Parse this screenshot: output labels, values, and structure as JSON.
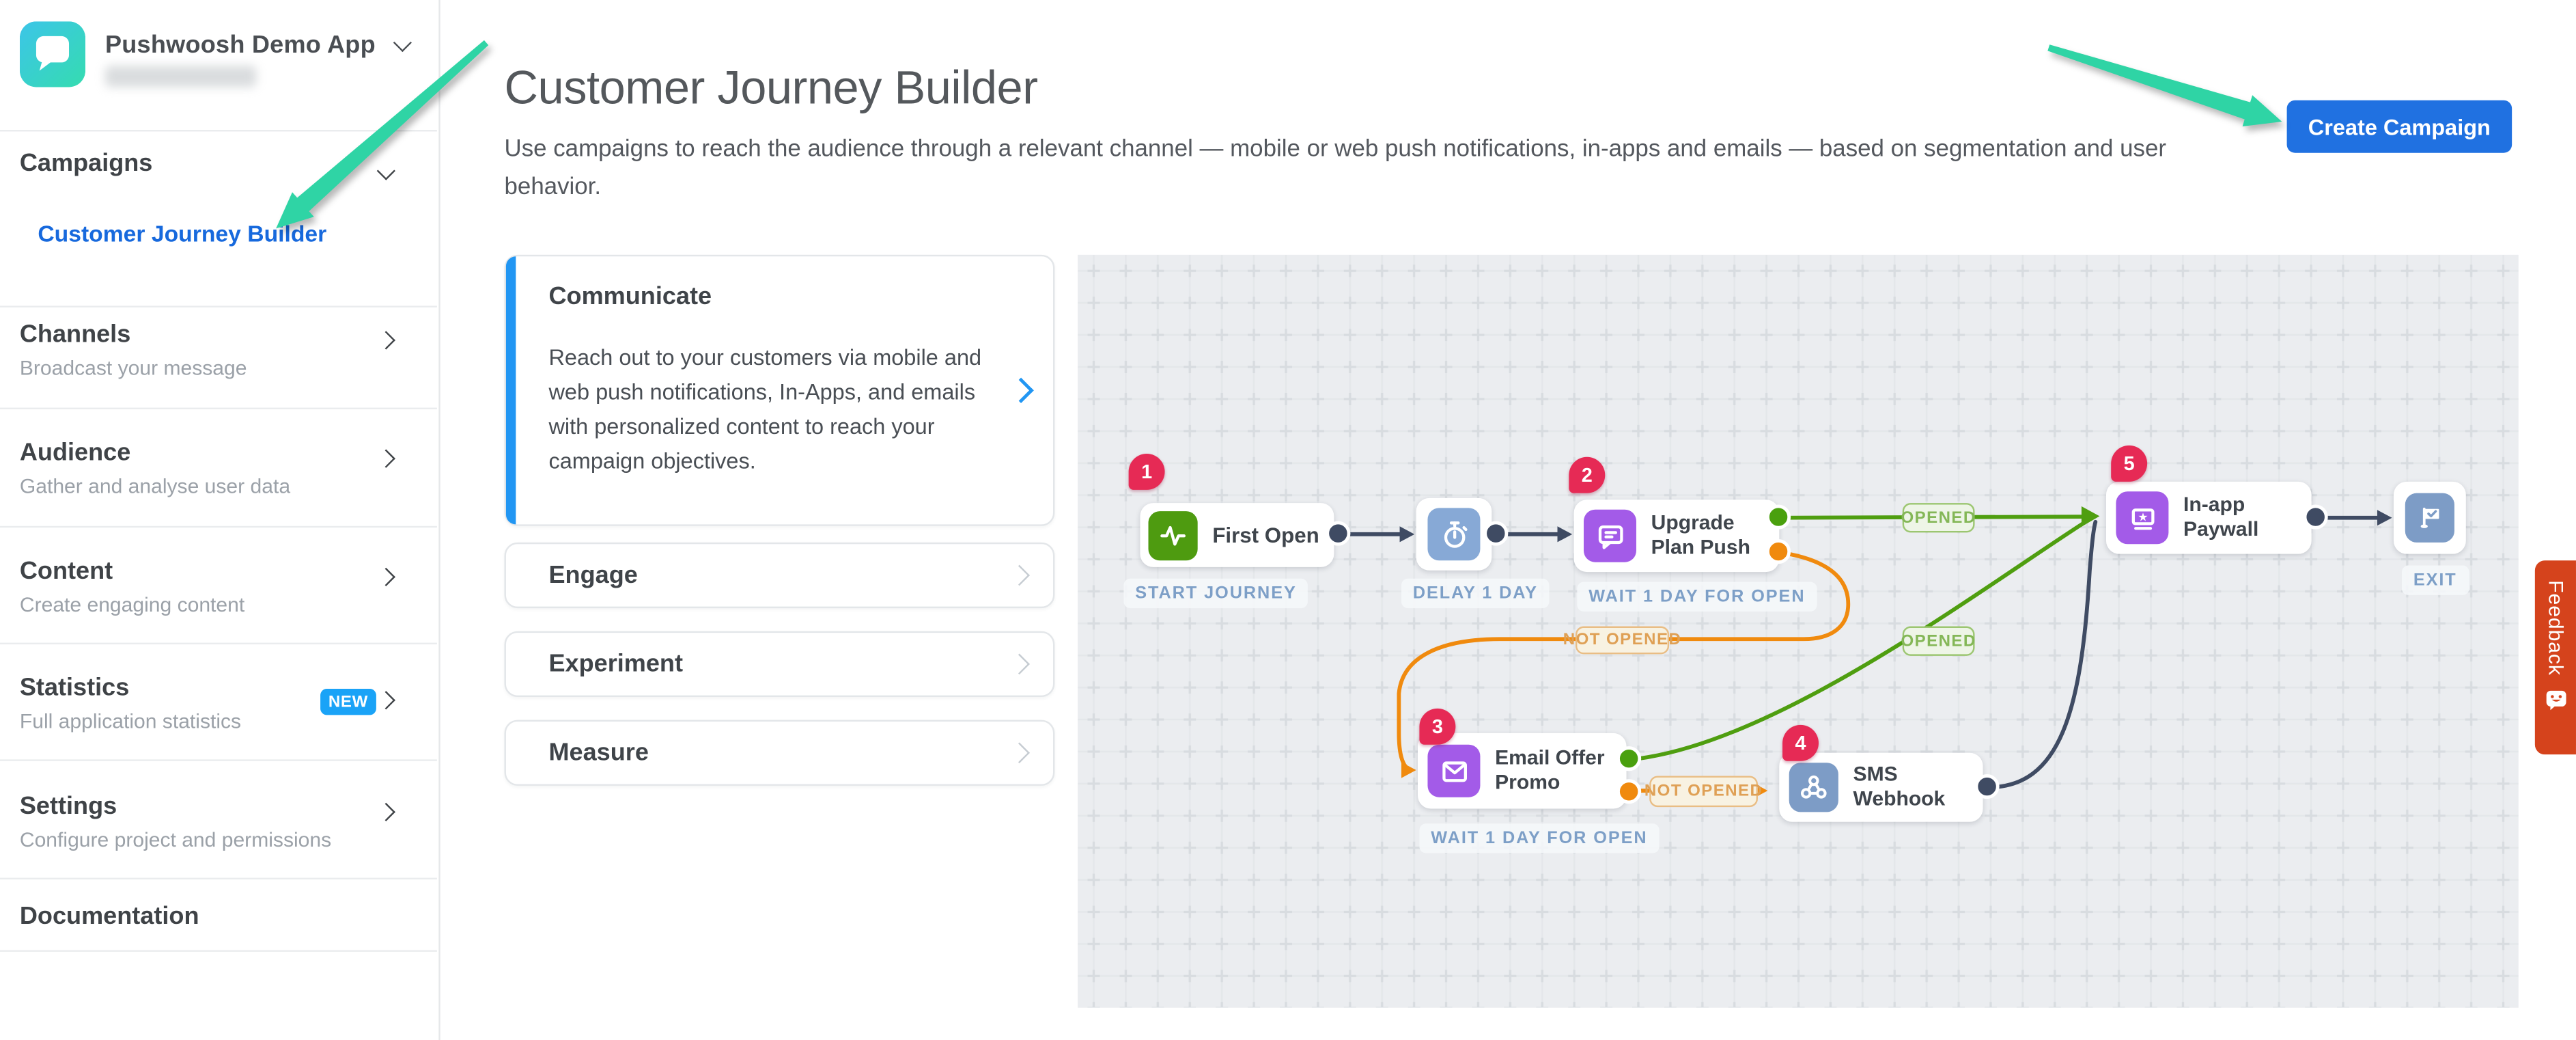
{
  "app": {
    "name": "Pushwoosh Demo App"
  },
  "sidebar": {
    "campaigns": {
      "label": "Campaigns",
      "active_item": "Customer Journey Builder"
    },
    "items": [
      {
        "title": "Channels",
        "subtitle": "Broadcast your message"
      },
      {
        "title": "Audience",
        "subtitle": "Gather and analyse user data"
      },
      {
        "title": "Content",
        "subtitle": "Create engaging content"
      },
      {
        "title": "Statistics",
        "subtitle": "Full application statistics",
        "badge": "NEW"
      },
      {
        "title": "Settings",
        "subtitle": "Configure project and permissions"
      },
      {
        "title": "Documentation",
        "subtitle": ""
      }
    ]
  },
  "header": {
    "title": "Customer Journey Builder",
    "subtitle": "Use campaigns to reach the audience through a relevant channel — mobile or web push notifications, in-apps and emails — based on segmentation and user behavior.",
    "create_button": "Create Campaign"
  },
  "panel": {
    "communicate": {
      "title": "Communicate",
      "body": "Reach out to your customers via mobile and web push notifications, In-Apps, and emails with personalized content to reach your campaign objectives."
    },
    "items": [
      {
        "label": "Engage"
      },
      {
        "label": "Experiment"
      },
      {
        "label": "Measure"
      }
    ]
  },
  "journey": {
    "badges": [
      "1",
      "2",
      "3",
      "4",
      "5"
    ],
    "nodes": {
      "first_open": {
        "label": "First Open",
        "caption": "START JOURNEY"
      },
      "delay": {
        "caption": "DELAY 1 DAY"
      },
      "upgrade_push": {
        "label": "Upgrade Plan Push",
        "caption": "WAIT 1 DAY FOR OPEN"
      },
      "email_promo": {
        "label": "Email Offer Promo",
        "caption": "WAIT 1 DAY FOR OPEN"
      },
      "sms_webhook": {
        "label": "SMS Webhook"
      },
      "inapp_paywall": {
        "label": "In-app Paywall"
      },
      "exit": {
        "caption": "EXIT"
      }
    },
    "edge_labels": {
      "opened": "OPENED",
      "not_opened": "NOT OPENED"
    },
    "colors": {
      "success": "#4f9e10",
      "fail": "#f08a0e",
      "neutral": "#3f4b63",
      "node_green": "#4e9b10",
      "node_purple": "#a35be8",
      "node_blue": "#87a9d6",
      "node_steel": "#7d9cc6",
      "badge": "#e62a55"
    }
  },
  "feedback": {
    "label": "Feedback"
  },
  "colors": {
    "primary_button": "#2071e1",
    "sidebar_link": "#1769dd",
    "communicate_accent": "#2196f3",
    "new_badge": "#1aa3f7",
    "annotation_arrow": "#2fd4a5",
    "feedback_bg": "#d5431c",
    "canvas_bg": "#ebedf0",
    "logo_gradient_start": "#3cc5e8",
    "logo_gradient_end": "#35dcb0"
  }
}
